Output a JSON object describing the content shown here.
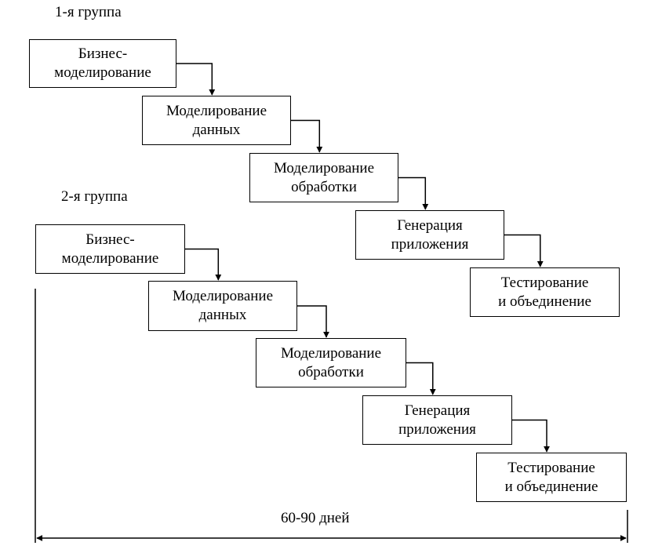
{
  "groups": [
    {
      "title": "1-я группа",
      "stages": [
        [
          "Бизнес-",
          "моделирование"
        ],
        [
          "Моделирование",
          "данных"
        ],
        [
          "Моделирование",
          "обработки"
        ],
        [
          "Генерация",
          "приложения"
        ],
        [
          "Тестирование",
          "и объединение"
        ]
      ]
    },
    {
      "title": "2-я группа",
      "stages": [
        [
          "Бизнес-",
          "моделирование"
        ],
        [
          "Моделирование",
          "данных"
        ],
        [
          "Моделирование",
          "обработки"
        ],
        [
          "Генерация",
          "приложения"
        ],
        [
          "Тестирование",
          "и объединение"
        ]
      ]
    }
  ],
  "duration": {
    "label": "60-90 дней"
  },
  "colors": {
    "line": "#000000",
    "background": "#ffffff"
  }
}
